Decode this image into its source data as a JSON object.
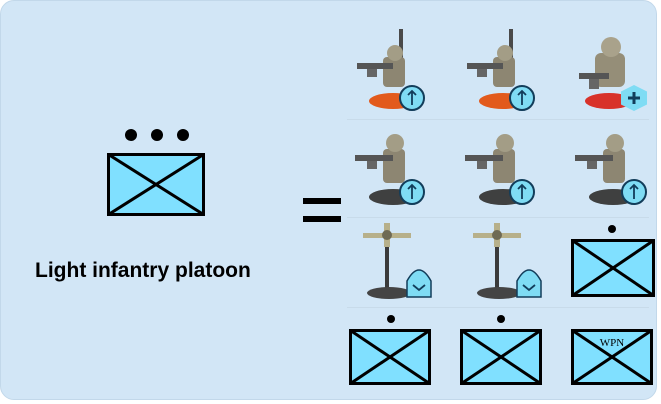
{
  "platoon": {
    "label": "Light infantry platoon",
    "echelon_dots": 3
  },
  "composition": {
    "rows": [
      {
        "items": [
          {
            "kind": "soldier",
            "weapon": "rifle",
            "badge": "up-arrow-circle"
          },
          {
            "kind": "soldier",
            "weapon": "rifle",
            "badge": "up-arrow-circle"
          },
          {
            "kind": "soldier",
            "weapon": "medic",
            "badge": "medical-cross-hex"
          }
        ]
      },
      {
        "items": [
          {
            "kind": "soldier",
            "weapon": "rifle",
            "badge": "up-arrow-circle"
          },
          {
            "kind": "soldier",
            "weapon": "rifle",
            "badge": "up-arrow-circle"
          },
          {
            "kind": "soldier",
            "weapon": "rifle",
            "badge": "up-arrow-circle"
          }
        ]
      },
      {
        "items": [
          {
            "kind": "drone",
            "badge": "down-chevron-half-oval"
          },
          {
            "kind": "drone",
            "badge": "down-chevron-half-oval"
          },
          {
            "kind": "nato-infantry-squad",
            "echelon_dots": 1
          }
        ]
      },
      {
        "items": [
          {
            "kind": "nato-infantry-squad",
            "echelon_dots": 1
          },
          {
            "kind": "nato-infantry-squad",
            "echelon_dots": 1
          },
          {
            "kind": "nato-infantry-weapons-squad",
            "label": "WPN"
          }
        ]
      }
    ]
  },
  "colors": {
    "background": "#d2e6f6",
    "symbol_fill": "#80e0ff",
    "badge_fill": "#7fdcf4",
    "outline": "#000000"
  }
}
